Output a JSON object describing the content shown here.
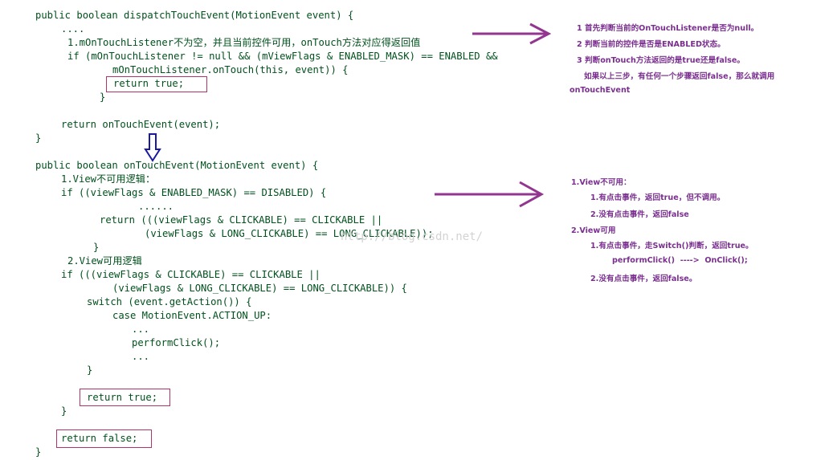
{
  "code": {
    "dispatch": [
      "public boolean dispatchTouchEvent(MotionEvent event) {",
      "....",
      "1.mOnTouchListener不为空，并且当前控件可用，onTouch方法对应得返回值",
      "if (mOnTouchListener != null && (mViewFlags & ENABLED_MASK) == ENABLED &&",
      "mOnTouchListener.onTouch(this, event)) {",
      "return true;",
      "}",
      "return onTouchEvent(event);",
      "}"
    ],
    "ontouch": [
      "public boolean onTouchEvent(MotionEvent event) {",
      "1.View不可用逻辑：",
      "if ((viewFlags & ENABLED_MASK) == DISABLED) {",
      "......",
      "return (((viewFlags & CLICKABLE) == CLICKABLE ||",
      "(viewFlags & LONG_CLICKABLE) == LONG_CLICKABLE));",
      "}",
      "2.View可用逻辑",
      "if (((viewFlags & CLICKABLE) == CLICKABLE ||",
      "(viewFlags & LONG_CLICKABLE) == LONG_CLICKABLE)) {",
      "switch (event.getAction()) {",
      "case MotionEvent.ACTION_UP:",
      "...",
      "performClick();",
      "...",
      "}",
      "return true;",
      "}",
      "return false;",
      "}"
    ]
  },
  "notes": {
    "dispatch": [
      "1 首先判断当前的OnTouchListener是否为null。",
      "2 判断当前的控件是否是ENABLED状态。",
      "3 判断onTouch方法返回的是true还是false。",
      "如果以上三步，有任何一个步骤返回false，那么就调用",
      "onTouchEvent"
    ],
    "ontouch": [
      "1.View不可用：",
      "1.有点击事件，返回true，但不调用。",
      "2.没有点击事件，返回false",
      "2.View可用",
      "1.有点击事件，走Switch()判断，返回true。",
      "performClick()  ---->  OnClick();",
      "2.没有点击事件，返回false。"
    ]
  },
  "watermark": "http://blog.csdn.net/",
  "colors": {
    "code": "#00511c",
    "note": "#7a2f8f",
    "arrow": "#93368f",
    "box": "#b2336b",
    "down_arrow": "#1a1aa0"
  }
}
